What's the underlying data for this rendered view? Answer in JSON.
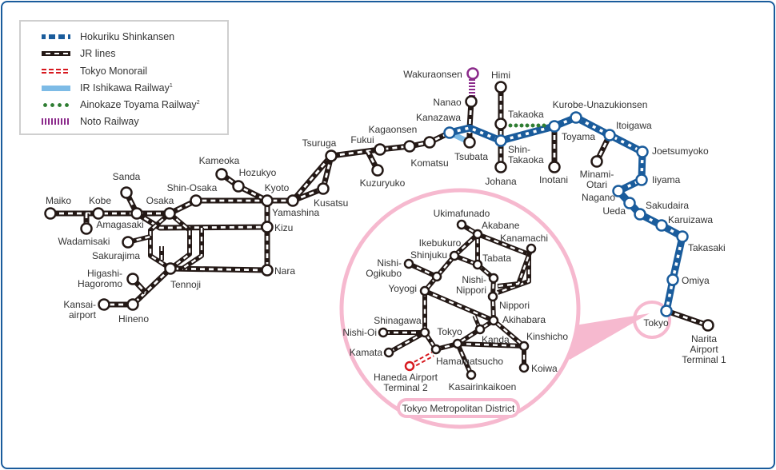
{
  "legend": {
    "items": [
      {
        "label": "Hokuriku Shinkansen",
        "sup": "",
        "style": "shinkansen",
        "color": "#1a5c9c"
      },
      {
        "label": "JR lines",
        "sup": "",
        "style": "jr",
        "color": "#231815"
      },
      {
        "label": "Tokyo Monorail",
        "sup": "",
        "style": "monorail",
        "color": "#d7191f"
      },
      {
        "label": "IR Ishikawa Railway",
        "sup": "1",
        "style": "ir",
        "color": "#7dbbe6"
      },
      {
        "label": "Ainokaze Toyama Railway",
        "sup": "2",
        "style": "ainokaze",
        "color": "#2e7d32"
      },
      {
        "label": "Noto Railway",
        "sup": "",
        "style": "noto",
        "color": "#8b2a8b"
      }
    ]
  },
  "colors": {
    "shinkansen": "#1a5c9c",
    "jr": "#231815",
    "monorail": "#d7191f",
    "ir": "#7dbbe6",
    "ainokaze": "#2e7d32",
    "noto": "#8b2a8b",
    "inset": "#f6b9cf",
    "frame": "#1a5c9c"
  },
  "stations": {
    "maiko": [
      "Maiko"
    ],
    "kobe": [
      "Kobe"
    ],
    "wadamisaki": [
      "Wadamisaki"
    ],
    "amagasaki": [
      "Amagasaki"
    ],
    "sanda": [
      "Sanda"
    ],
    "osaka": [
      "Osaka"
    ],
    "shinosaka": [
      "Shin-Osaka"
    ],
    "kameoka": [
      "Kameoka"
    ],
    "hozukyo": [
      "Hozukyo"
    ],
    "kyoto": [
      "Kyoto"
    ],
    "yamashina": [
      "Yamashina"
    ],
    "kizu": [
      "Kizu"
    ],
    "nara": [
      "Nara"
    ],
    "tennoji": [
      "Tennoji"
    ],
    "sakurajima": [
      "Sakurajima"
    ],
    "higashihagoromo": [
      "Higashi-",
      "Hagoromo"
    ],
    "hineno": [
      "Hineno"
    ],
    "kansai": [
      "Kansai-",
      "airport"
    ],
    "kusatsu": [
      "Kusatsu"
    ],
    "tsuruga": [
      "Tsuruga"
    ],
    "fukui": [
      "Fukui"
    ],
    "kuzuryuko": [
      "Kuzuryuko"
    ],
    "kagaonsen": [
      "Kagaonsen"
    ],
    "komatsu": [
      "Komatsu"
    ],
    "kanazawa": [
      "Kanazawa"
    ],
    "tsubata": [
      "Tsubata"
    ],
    "nanao": [
      "Nanao"
    ],
    "wakuraonsen": [
      "Wakuraonsen"
    ],
    "himi": [
      "Himi"
    ],
    "takaoka": [
      "Takaoka"
    ],
    "shintakaoka": [
      "Shin-",
      "Takaoka"
    ],
    "johana": [
      "Johana"
    ],
    "toyama": [
      "Toyama"
    ],
    "inotani": [
      "Inotani"
    ],
    "kurobe": [
      "Kurobe-Unazukionsen"
    ],
    "itoigawa": [
      "Itoigawa"
    ],
    "minamiotari": [
      "Minami-",
      "Otari"
    ],
    "joetsumyoko": [
      "Joetsumyoko"
    ],
    "iiyama": [
      "Iiyama"
    ],
    "nagano": [
      "Nagano"
    ],
    "ueda": [
      "Ueda"
    ],
    "sakudaira": [
      "Sakudaira"
    ],
    "karuizawa": [
      "Karuizawa"
    ],
    "takasaki": [
      "Takasaki"
    ],
    "omiya": [
      "Omiya"
    ],
    "tokyo": [
      "Tokyo"
    ],
    "narita": [
      "Narita",
      "Airport",
      "Terminal 1"
    ]
  },
  "inset": {
    "title": "Tokyo Metropolitan District",
    "stations": {
      "ukimafunado": [
        "Ukimafunado"
      ],
      "akabane": [
        "Akabane"
      ],
      "kanamachi": [
        "Kanamachi"
      ],
      "ikebukuro": [
        "Ikebukuro"
      ],
      "shinjuku": [
        "Shinjuku"
      ],
      "tabata": [
        "Tabata"
      ],
      "nishiogikubo": [
        "Nishi-",
        "Ogikubo"
      ],
      "nishinippori": [
        "Nishi-",
        "Nippori"
      ],
      "yoyogi": [
        "Yoyogi"
      ],
      "nippori": [
        "Nippori"
      ],
      "akihabara": [
        "Akihabara"
      ],
      "shinagawa": [
        "Shinagawa"
      ],
      "nishioi": [
        "Nishi-Oi"
      ],
      "kanda": [
        "Kanda"
      ],
      "tokyo2": [
        "Tokyo"
      ],
      "kinshicho": [
        "Kinshicho"
      ],
      "kamata": [
        "Kamata"
      ],
      "hamamatsucho": [
        "Hamamatsucho"
      ],
      "koiwa": [
        "Koiwa"
      ],
      "haneda": [
        "Haneda Airport",
        "Terminal 2"
      ],
      "kasairinkaikoen": [
        "Kasairinkaikoen"
      ]
    }
  }
}
